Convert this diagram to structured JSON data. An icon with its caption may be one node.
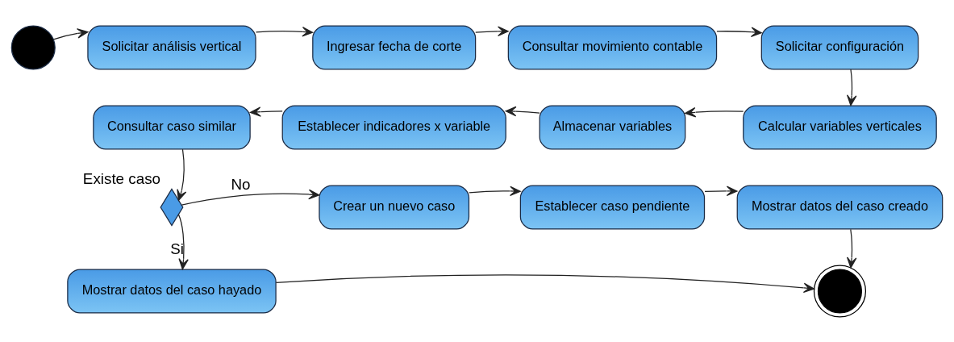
{
  "diagram": {
    "nodes": [
      {
        "text": [],
        "shape": "circle"
      },
      {
        "text": [
          "Solicitar análisis vertical"
        ]
      },
      {
        "text": [
          "Ingresar fecha de corte"
        ]
      },
      {
        "text": [
          "Consultar movimiento contable"
        ]
      },
      {
        "text": [
          "Solicitar configuración"
        ]
      },
      {
        "text": [
          "Calcular variables verticales"
        ]
      },
      {
        "text": [
          "Almacenar variables"
        ]
      },
      {
        "text": [
          "Establecer indicadores x variable"
        ]
      },
      {
        "text": [
          "Consultar caso similar"
        ]
      },
      {
        "text": [],
        "shape": "diamond",
        "beside": [
          "Existe caso"
        ]
      },
      {
        "text": [
          "Crear un nuevo caso"
        ]
      },
      {
        "text": [
          "Establecer caso pendiente"
        ]
      },
      {
        "text": [
          "Mostrar datos del caso creado"
        ]
      },
      {
        "text": [
          "Mostrar datos del caso hayado"
        ]
      },
      {
        "text": [],
        "shape": "circle"
      }
    ],
    "edges": [
      {
        "from": 0,
        "to": 1,
        "arrow": "to"
      },
      {
        "from": 1,
        "to": 2,
        "arrow": "to"
      },
      {
        "from": 2,
        "to": 3,
        "arrow": "to"
      },
      {
        "from": 3,
        "to": 4,
        "arrow": "to"
      },
      {
        "from": 4,
        "to": 5,
        "arrow": "to"
      },
      {
        "from": 5,
        "to": 6,
        "arrow": "to"
      },
      {
        "from": 6,
        "to": 7,
        "arrow": "to"
      },
      {
        "from": 7,
        "to": 8,
        "arrow": "to"
      },
      {
        "from": 8,
        "to": 9,
        "arrow": "to"
      },
      {
        "from": 9,
        "to": 10,
        "arrow": "to",
        "label": "No"
      },
      {
        "from": 9,
        "to": 13,
        "arrow": "to",
        "label": "Si"
      },
      {
        "from": 10,
        "to": 11,
        "arrow": "to"
      },
      {
        "from": 11,
        "to": 12,
        "arrow": "to"
      },
      {
        "from": 12,
        "to": 14,
        "arrow": "to"
      },
      {
        "from": 13,
        "to": 14,
        "arrow": "to"
      }
    ]
  }
}
